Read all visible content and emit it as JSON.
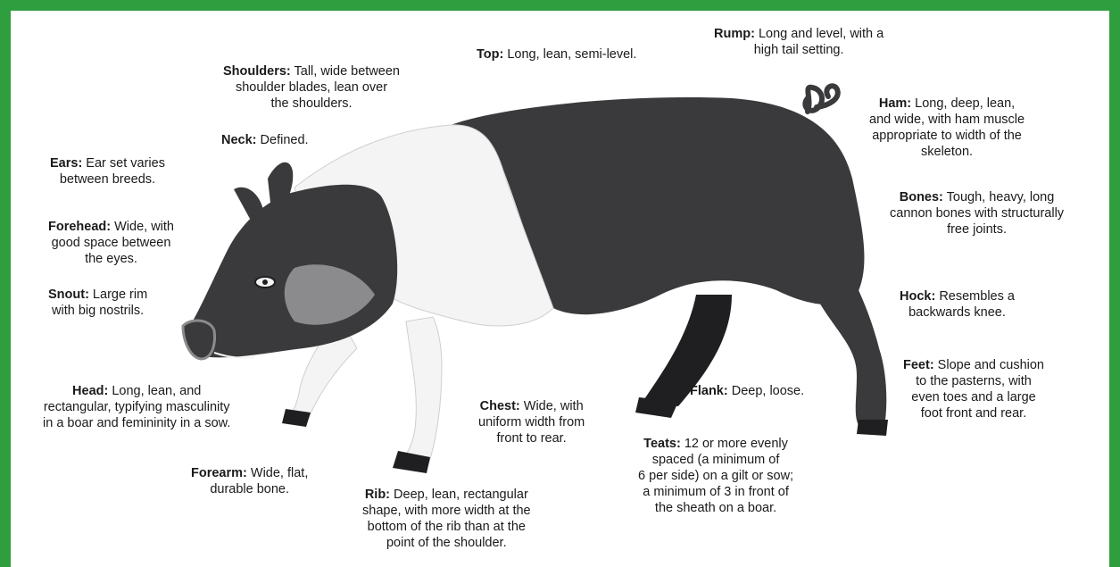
{
  "colors": {
    "border": "#2e9e3e",
    "pig_dark": "#3a3a3c",
    "pig_light": "#f4f4f4",
    "pig_mid": "#8b8b8d"
  },
  "labels": {
    "top": {
      "term": "Top:",
      "desc": " Long, lean, semi-level."
    },
    "rump": {
      "term": "Rump:",
      "desc": " Long and level, with a\nhigh tail setting."
    },
    "shoulders": {
      "term": "Shoulders:",
      "desc": " Tall, wide between\nshoulder blades, lean over\nthe shoulders."
    },
    "ham": {
      "term": "Ham:",
      "desc": " Long, deep, lean,\nand wide, with ham muscle\nappropriate to width of the\nskeleton."
    },
    "neck": {
      "term": "Neck:",
      "desc": " Defined."
    },
    "ears": {
      "term": "Ears:",
      "desc": " Ear set varies\nbetween breeds."
    },
    "bones": {
      "term": "Bones:",
      "desc": " Tough, heavy, long\ncannon bones with structurally\nfree joints."
    },
    "forehead": {
      "term": "Forehead:",
      "desc": " Wide, with\ngood space between\nthe eyes."
    },
    "snout": {
      "term": "Snout:",
      "desc": " Large rim\nwith big nostrils."
    },
    "hock": {
      "term": "Hock:",
      "desc": " Resembles a\nbackwards knee."
    },
    "feet": {
      "term": "Feet:",
      "desc": " Slope and cushion\nto the pasterns, with\neven toes and a large\nfoot front and rear."
    },
    "head": {
      "term": "Head:",
      "desc": " Long, lean, and\nrectangular, typifying masculinity\nin a boar and femininity in a sow."
    },
    "flank": {
      "term": "Flank:",
      "desc": " Deep, loose."
    },
    "chest": {
      "term": "Chest:",
      "desc": " Wide, with\nuniform width from\nfront to rear."
    },
    "teats": {
      "term": "Teats:",
      "desc": " 12 or more evenly\nspaced (a minimum of\n6 per side) on a gilt or sow;\na minimum of 3 in front of\nthe sheath on a boar."
    },
    "forearm": {
      "term": "Forearm:",
      "desc": " Wide, flat,\ndurable bone."
    },
    "rib": {
      "term": "Rib:",
      "desc": " Deep, lean, rectangular\nshape, with more width at the\nbottom of the rib than at the\npoint of the shoulder."
    }
  }
}
